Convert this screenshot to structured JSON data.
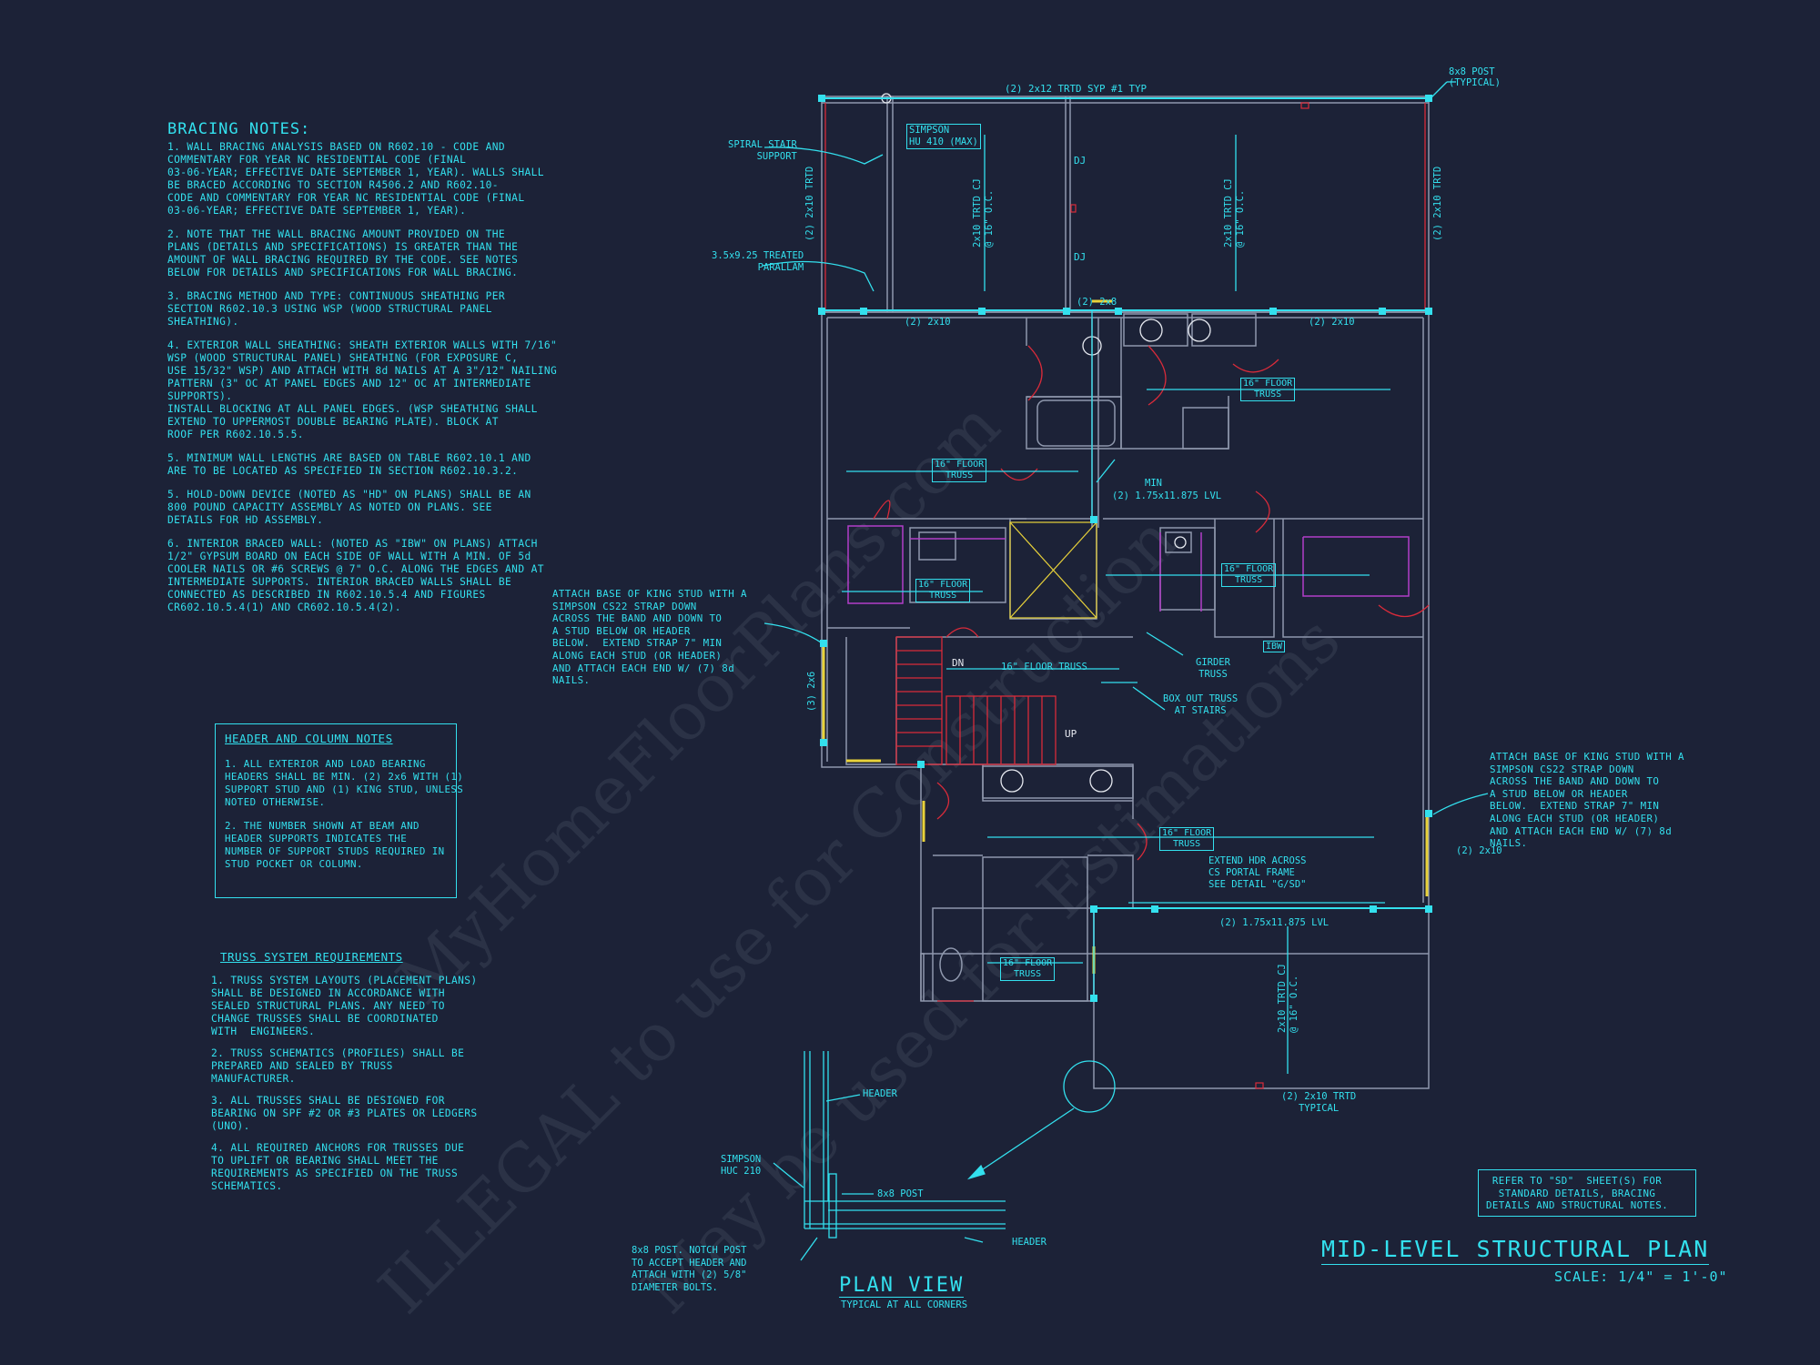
{
  "watermark": {
    "line1": "MyHomeFloorPlans.com",
    "line2": "ILLEGAL to use for Construction",
    "line3": "May be used for Estimations"
  },
  "bracing": {
    "title": "BRACING NOTES:",
    "items": [
      "1. WALL BRACING ANALYSIS BASED ON R602.10 - CODE AND\nCOMMENTARY FOR YEAR NC RESIDENTIAL CODE (FINAL\n03-06-YEAR; EFFECTIVE DATE SEPTEMBER 1, YEAR). WALLS SHALL\nBE BRACED ACCORDING TO SECTION R4506.2 AND R602.10-\nCODE AND COMMENTARY FOR YEAR NC RESIDENTIAL CODE (FINAL\n03-06-YEAR; EFFECTIVE DATE SEPTEMBER 1, YEAR).",
      "2. NOTE THAT THE WALL BRACING AMOUNT PROVIDED ON THE\nPLANS (DETAILS AND SPECIFICATIONS) IS GREATER THAN THE\nAMOUNT OF WALL BRACING REQUIRED BY THE CODE. SEE NOTES\nBELOW FOR DETAILS AND SPECIFICATIONS FOR WALL BRACING.",
      "3. BRACING METHOD AND TYPE: CONTINUOUS SHEATHING PER\nSECTION R602.10.3 USING WSP (WOOD STRUCTURAL PANEL\nSHEATHING).",
      "4. EXTERIOR WALL SHEATHING: SHEATH EXTERIOR WALLS WITH 7/16\"\nWSP (WOOD STRUCTURAL PANEL) SHEATHING (FOR EXPOSURE C,\nUSE 15/32\" WSP) AND ATTACH WITH 8d NAILS AT A 3\"/12\" NAILING\nPATTERN (3\" OC AT PANEL EDGES AND 12\" OC AT INTERMEDIATE\nSUPPORTS).\nINSTALL BLOCKING AT ALL PANEL EDGES. (WSP SHEATHING SHALL\nEXTEND TO UPPERMOST DOUBLE BEARING PLATE). BLOCK AT\nROOF PER R602.10.5.5.",
      "5. MINIMUM WALL LENGTHS ARE BASED ON TABLE R602.10.1 AND\nARE TO BE LOCATED AS SPECIFIED IN SECTION R602.10.3.2.",
      "5. HOLD-DOWN DEVICE (NOTED AS \"HD\" ON PLANS) SHALL BE AN\n800 POUND CAPACITY ASSEMBLY AS NOTED ON PLANS. SEE\nDETAILS FOR HD ASSEMBLY.",
      "6. INTERIOR BRACED WALL: (NOTED AS \"IBW\" ON PLANS) ATTACH\n1/2\" GYPSUM BOARD ON EACH SIDE OF WALL WITH A MIN. OF 5d\nCOOLER NAILS OR #6 SCREWS @ 7\" O.C. ALONG THE EDGES AND AT\nINTERMEDIATE SUPPORTS. INTERIOR BRACED WALLS SHALL BE\nCONNECTED AS DESCRIBED IN R602.10.5.4 AND FIGURES\nCR602.10.5.4(1) AND CR602.10.5.4(2)."
    ]
  },
  "header_notes": {
    "title": "HEADER AND COLUMN NOTES",
    "items": [
      "1. ALL EXTERIOR AND LOAD BEARING\nHEADERS SHALL BE MIN. (2) 2x6 WITH (1)\nSUPPORT STUD AND (1) KING STUD, UNLESS\nNOTED OTHERWISE.",
      "2. THE NUMBER SHOWN AT BEAM AND\nHEADER SUPPORTS INDICATES THE\nNUMBER OF SUPPORT STUDS REQUIRED IN\nSTUD POCKET OR COLUMN."
    ]
  },
  "truss": {
    "title": "TRUSS SYSTEM REQUIREMENTS",
    "items": [
      "1. TRUSS SYSTEM LAYOUTS (PLACEMENT PLANS)\nSHALL BE DESIGNED IN ACCORDANCE WITH\nSEALED STRUCTURAL PLANS. ANY NEED TO\nCHANGE TRUSSES SHALL BE COORDINATED\nWITH  ENGINEERS.",
      "2. TRUSS SCHEMATICS (PROFILES) SHALL BE\nPREPARED AND SEALED BY TRUSS\nMANUFACTURER.",
      "3. ALL TRUSSES SHALL BE DESIGNED FOR\nBEARING ON SPF #2 OR #3 PLATES OR LEDGERS\n(UNO).",
      "4. ALL REQUIRED ANCHORS FOR TRUSSES DUE\nTO UPLIFT OR BEARING SHALL MEET THE\nREQUIREMENTS AS SPECIFIED ON THE TRUSS\nSCHEMATICS."
    ]
  },
  "left_callout": "ATTACH BASE OF KING STUD WITH A\nSIMPSON CS22 STRAP DOWN\nACROSS THE BAND AND DOWN TO\nA STUD BELOW OR HEADER\nBELOW.  EXTEND STRAP 7\" MIN\nALONG EACH STUD (OR HEADER)\nAND ATTACH EACH END W/ (7) 8d\nNAILS.",
  "right_callout": "ATTACH BASE OF KING STUD WITH A\nSIMPSON CS22 STRAP DOWN\nACROSS THE BAND AND DOWN TO\nA STUD BELOW OR HEADER\nBELOW.  EXTEND STRAP 7\" MIN\nALONG EACH STUD (OR HEADER)\nAND ATTACH EACH END W/ (7) 8d\nNAILS.",
  "refer_note": "REFER TO \"SD\"  SHEET(S) FOR\nSTANDARD DETAILS, BRACING\nDETAILS AND STRUCTURAL NOTES.",
  "sheet_title": "MID-LEVEL STRUCTURAL PLAN",
  "scale": "SCALE: 1/4\" = 1'-0\"",
  "plan_view": {
    "title": "PLAN VIEW",
    "subtitle": "TYPICAL AT ALL CORNERS",
    "header_top": "HEADER",
    "header_bottom": "HEADER",
    "simpson": "SIMPSON\nHUC 210",
    "post": "8x8 POST",
    "post_note": "8x8 POST. NOTCH POST\nTO ACCEPT HEADER AND\nATTACH WITH (2) 5/8\"\nDIAMETER BOLTS."
  },
  "plan_labels": {
    "top_beam": "(2) 2x12 TRTD SYP #1 TYP",
    "post_typ": "8x8 POST\n(TYPICAL)",
    "spiral": "SPIRAL STAIR\nSUPPORT",
    "simpson_hu": "SIMPSON\nHU 410 (MAX)",
    "parallam": "3.5x9.25 TREATED\nPARALLAM",
    "left_trtd": "(2) 2x10 TRTD",
    "right_trtd": "(2) 2x10 TRTD",
    "cj1": "2x10 TRTD CJ\n@ 16\" O.C.",
    "cj2": "2x10 TRTD CJ\n@ 16\" O.C.",
    "cj3": "2x10 TRTD CJ\n@ 16\" O.C.",
    "dj1": "DJ",
    "dj2": "DJ",
    "hdr_2x10_a": "(2) 2x10",
    "hdr_2x8": "(2) 2x8",
    "hdr_2x10_b": "(2) 2x10",
    "floor_truss_1": "16\" FLOOR\nTRUSS",
    "floor_truss_2": "16\" FLOOR\nTRUSS",
    "floor_truss_3": "16\" FLOOR\nTRUSS",
    "floor_truss_4": "16\" FLOOR\nTRUSS",
    "floor_truss_5": "16\" FLOOR\nTRUSS",
    "floor_truss_6": "16\" FLOOR\nTRUSS",
    "floor_truss_row": "16\" FLOOR TRUSS",
    "lvl_1": "(2) 1.75x11.875 LVL",
    "lvl_2": "(2) 1.75x11.875 LVL",
    "min": "MIN",
    "girder": "GIRDER\nTRUSS",
    "boxout": "BOX OUT TRUSS\nAT STAIRS",
    "ibw": "IBW",
    "dn": "DN",
    "up": "UP",
    "stud_3x2x6": "(3) 2x6",
    "stud_2x10": "(2) 2x10",
    "extend_hdr": "EXTEND HDR ACROSS\nCS PORTAL FRAME\nSEE DETAIL \"G/SD\"",
    "bottom_trtd": "(2) 2x10 TRTD\nTYPICAL"
  }
}
